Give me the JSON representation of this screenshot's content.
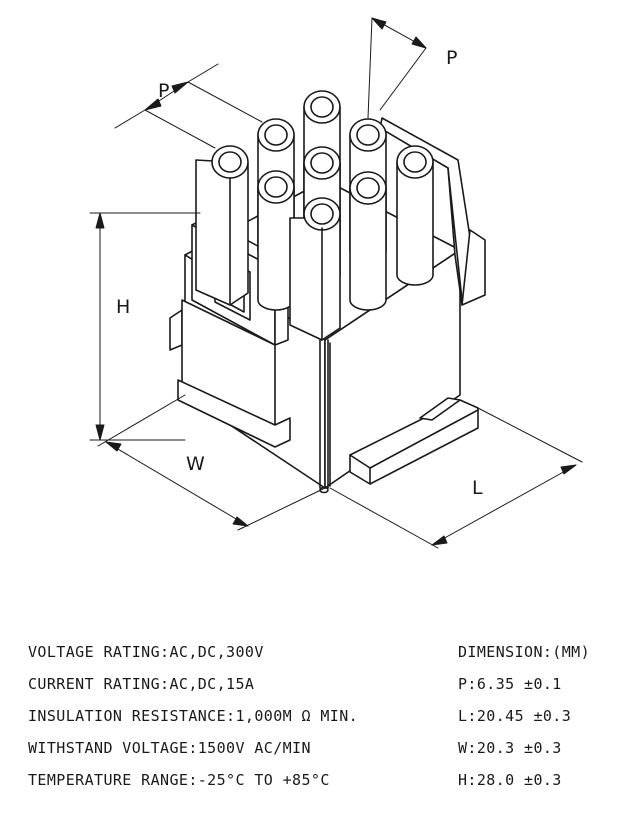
{
  "diagram": {
    "labels": {
      "p1": "P",
      "p2": "P",
      "h": "H",
      "w": "W",
      "l": "L"
    }
  },
  "specs": [
    "VOLTAGE RATING:AC,DC,300V",
    "CURRENT RATING:AC,DC,15A",
    "INSULATION RESISTANCE:1,000M Ω MIN.",
    "WITHSTAND VOLTAGE:1500V AC/MIN",
    "TEMPERATURE RANGE:-25°C TO +85°C"
  ],
  "dimensions": {
    "title": "DIMENSION:(MM)",
    "items": [
      "P:6.35 ±0.1",
      "L:20.45 ±0.3",
      "W:20.3 ±0.3",
      "H:28.0 ±0.3"
    ]
  }
}
